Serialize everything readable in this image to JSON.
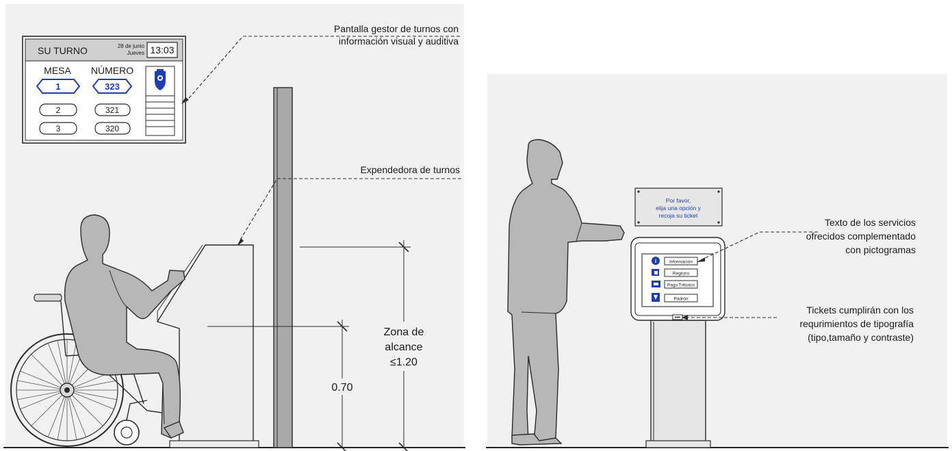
{
  "left_panel": {
    "turn_screen": {
      "header_label": "SU TURNO",
      "date": "28 de junio",
      "weekday": "Jueves",
      "time": "13:03",
      "col_mesa": "MESA",
      "col_numero": "NÚMERO",
      "rows": [
        {
          "mesa": "1",
          "numero": "323",
          "highlight": true
        },
        {
          "mesa": "2",
          "numero": "321",
          "highlight": false
        },
        {
          "mesa": "3",
          "numero": "320",
          "highlight": false
        }
      ]
    },
    "annotation_screen_line1": "Pantalla gestor de turnos con",
    "annotation_screen_line2": "información visual y auditiva",
    "annotation_dispenser": "Expendedora de turnos",
    "reach_zone_line1": "Zona de",
    "reach_zone_line2": "alcance",
    "reach_zone_line3": "≤1.20",
    "height_label": "0.70"
  },
  "right_panel": {
    "sign_line1": "Por favor,",
    "sign_line2": "elija una opción y",
    "sign_line3": "recoja su ticket",
    "menu_items": [
      "Información",
      "Registro",
      "Pago Tributos",
      "Padrón"
    ],
    "annotation_services_line1": "Texto de los servicios",
    "annotation_services_line2": "ofrecidos complementado",
    "annotation_services_line3": "con pictogramas",
    "annotation_tickets_line1": "Tickets cumplirán con los",
    "annotation_tickets_line2": "requrimientos de tipografía",
    "annotation_tickets_line3": "(tipo,tamaño y contraste)"
  },
  "colors": {
    "background_panel": "#f1f1f1",
    "figure_gray": "#b7b7b7",
    "accent_blue": "#1f3fb0",
    "screen_header": "#d0d0d0"
  }
}
